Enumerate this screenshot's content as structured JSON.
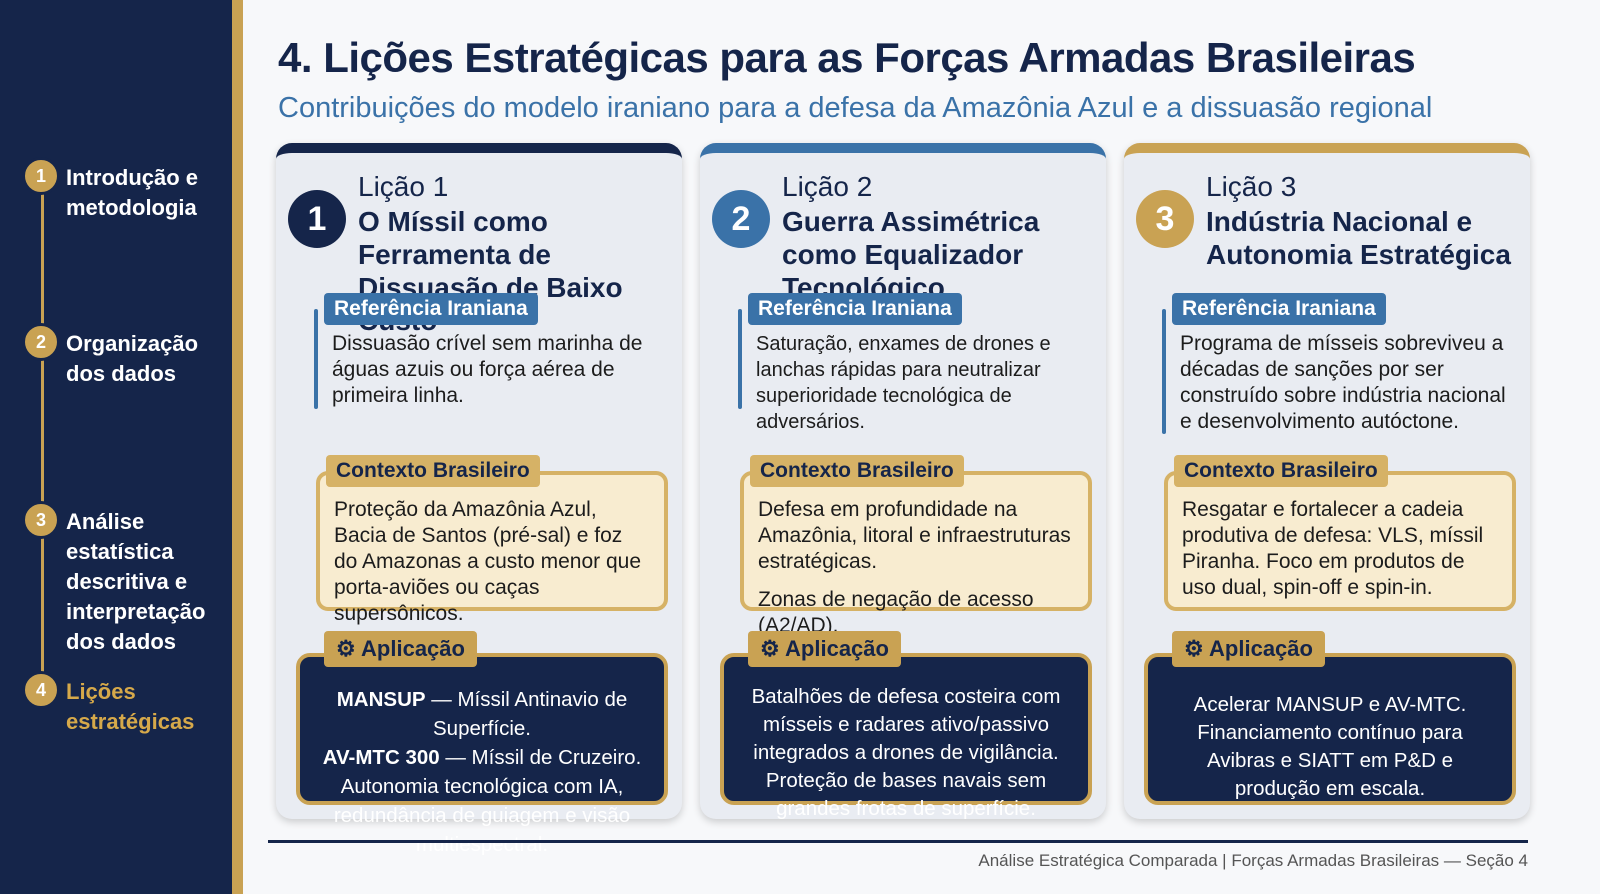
{
  "sidebar": {
    "items": [
      {
        "num": "1",
        "label": "Introdução e metodologia"
      },
      {
        "num": "2",
        "label": "Organização dos dados"
      },
      {
        "num": "3",
        "label": "Análise estatística descritiva e interpretação dos dados"
      },
      {
        "num": "4",
        "label": "Lições estratégicas"
      }
    ]
  },
  "header": {
    "title": "4. Lições Estratégicas para as Forças Armadas Brasileiras",
    "subtitle": "Contribuições do modelo iraniano para a defesa da Amazônia Azul e a dissuasão regional"
  },
  "labels": {
    "ref": "Referência Iraniana",
    "ctx": "Contexto Brasileiro",
    "app": "Aplicação"
  },
  "cards": [
    {
      "num": "1",
      "lesson": "Lição 1",
      "title": "O Míssil como Ferramenta de Dissuasão de Baixo Custo",
      "ref": "Dissuasão crível sem marinha de águas azuis ou força aérea de primeira linha.",
      "ctx": "Proteção da Amazônia Azul, Bacia de Santos (pré-sal) e foz do Amazonas a custo menor que porta-aviões ou caças supersônicos.",
      "app_b1": "MANSUP",
      "app_t1": " — Míssil Antinavio de Superfície.",
      "app_b2": "AV-MTC 300",
      "app_t2": " — Míssil de Cruzeiro.",
      "app_t3": "Autonomia tecnológica com IA, redundância de guiagem e visão multiespectral."
    },
    {
      "num": "2",
      "lesson": "Lição 2",
      "title": "Guerra Assimétrica como Equalizador Tecnológico",
      "ref": "Saturação, enxames de drones e lanchas rápidas para neutralizar superioridade tecnológica de adversários.",
      "ctx": "Defesa em profundidade na Amazônia, litoral e infraestruturas estratégicas.",
      "ctx2": "Zonas de negação de acesso (A2/AD).",
      "app": "Batalhões de defesa costeira com mísseis e radares ativo/passivo integrados a drones de vigilância. Proteção de bases navais sem grandes frotas de superfície."
    },
    {
      "num": "3",
      "lesson": "Lição 3",
      "title": "Indústria Nacional e Autonomia Estratégica",
      "ref": "Programa de mísseis sobreviveu a décadas de sanções por ser construído sobre indústria nacional e desenvolvimento autóctone.",
      "ctx": "Resgatar e fortalecer a cadeia produtiva de defesa: VLS, míssil Piranha. Foco em produtos de uso dual, spin-off e spin-in.",
      "app": "Acelerar MANSUP e AV-MTC. Financiamento contínuo para Avibras e SIATT em P&D e produção em escala."
    }
  ],
  "colors": {
    "navy": "#15254a",
    "blue": "#3a72a8",
    "gold": "#c9a253"
  },
  "footer": "Análise Estratégica Comparada | Forças Armadas Brasileiras — Seção 4"
}
